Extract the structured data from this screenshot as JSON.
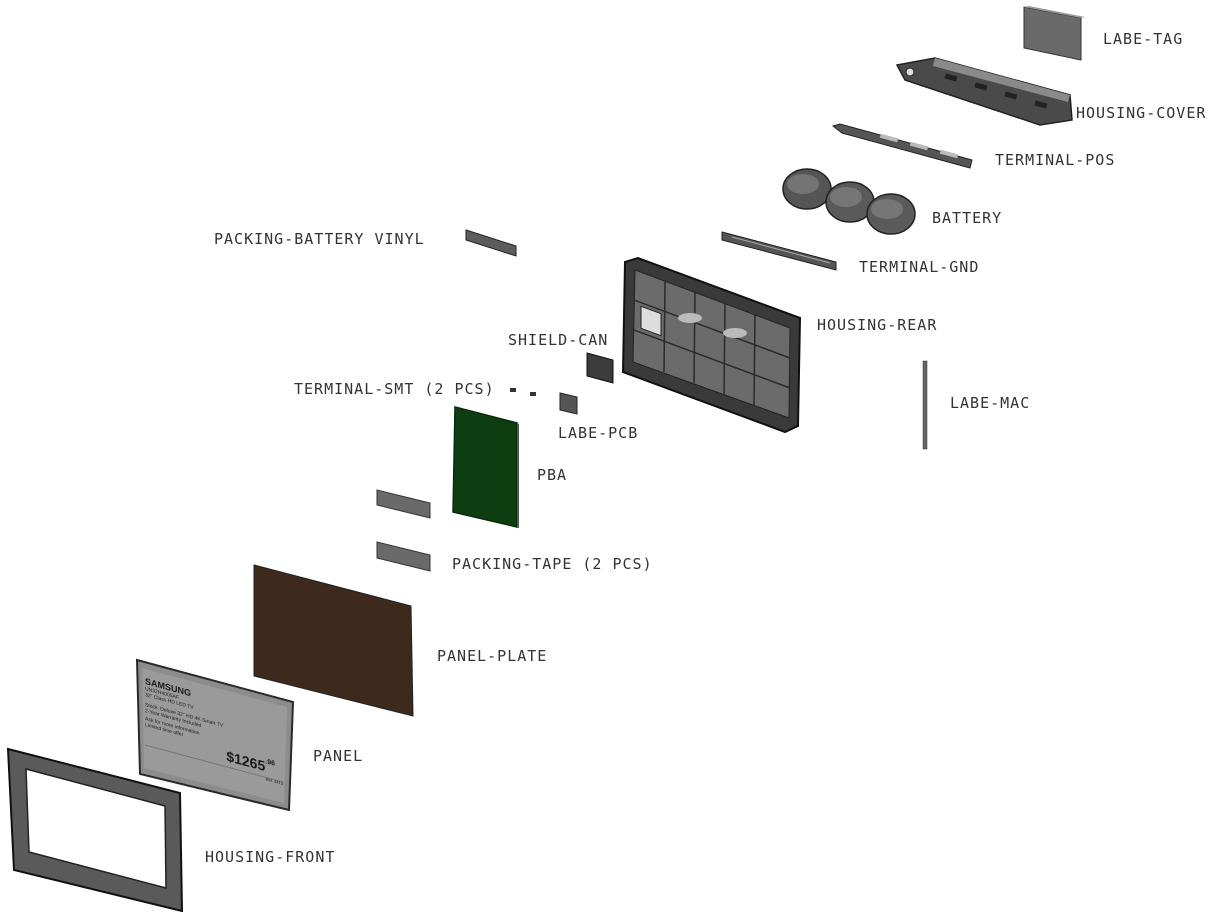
{
  "labels": {
    "labe_tag": "LABE-TAG",
    "housing_cover": "HOUSING-COVER",
    "terminal_pos": "TERMINAL-POS",
    "battery": "BATTERY",
    "packing_battery_vinyl": "PACKING-BATTERY VINYL",
    "terminal_gnd": "TERMINAL-GND",
    "housing_rear": "HOUSING-REAR",
    "shield_can": "SHIELD-CAN",
    "terminal_smt": "TERMINAL-SMT (2 PCS)",
    "labe_mac": "LABE-MAC",
    "labe_pcb": "LABE-PCB",
    "pba": "PBA",
    "packing_tape": "PACKING-TAPE (2 PCS)",
    "panel_plate": "PANEL-PLATE",
    "panel": "PANEL",
    "housing_front": "HOUSING-FRONT"
  },
  "panel_display": {
    "brand": "SAMSUNG",
    "line1": "UN32H4005AF",
    "line2": "32\" Class HD LED TV",
    "line3": "Stock: Deluxe 32\" HD 4K Smart TV",
    "line4": "2-Year Warranty Included",
    "line5": "Ask for more information",
    "line6": "Limited time offer",
    "price": "$1265",
    "price_cents": ".96",
    "footer": "Ref. 4413"
  }
}
